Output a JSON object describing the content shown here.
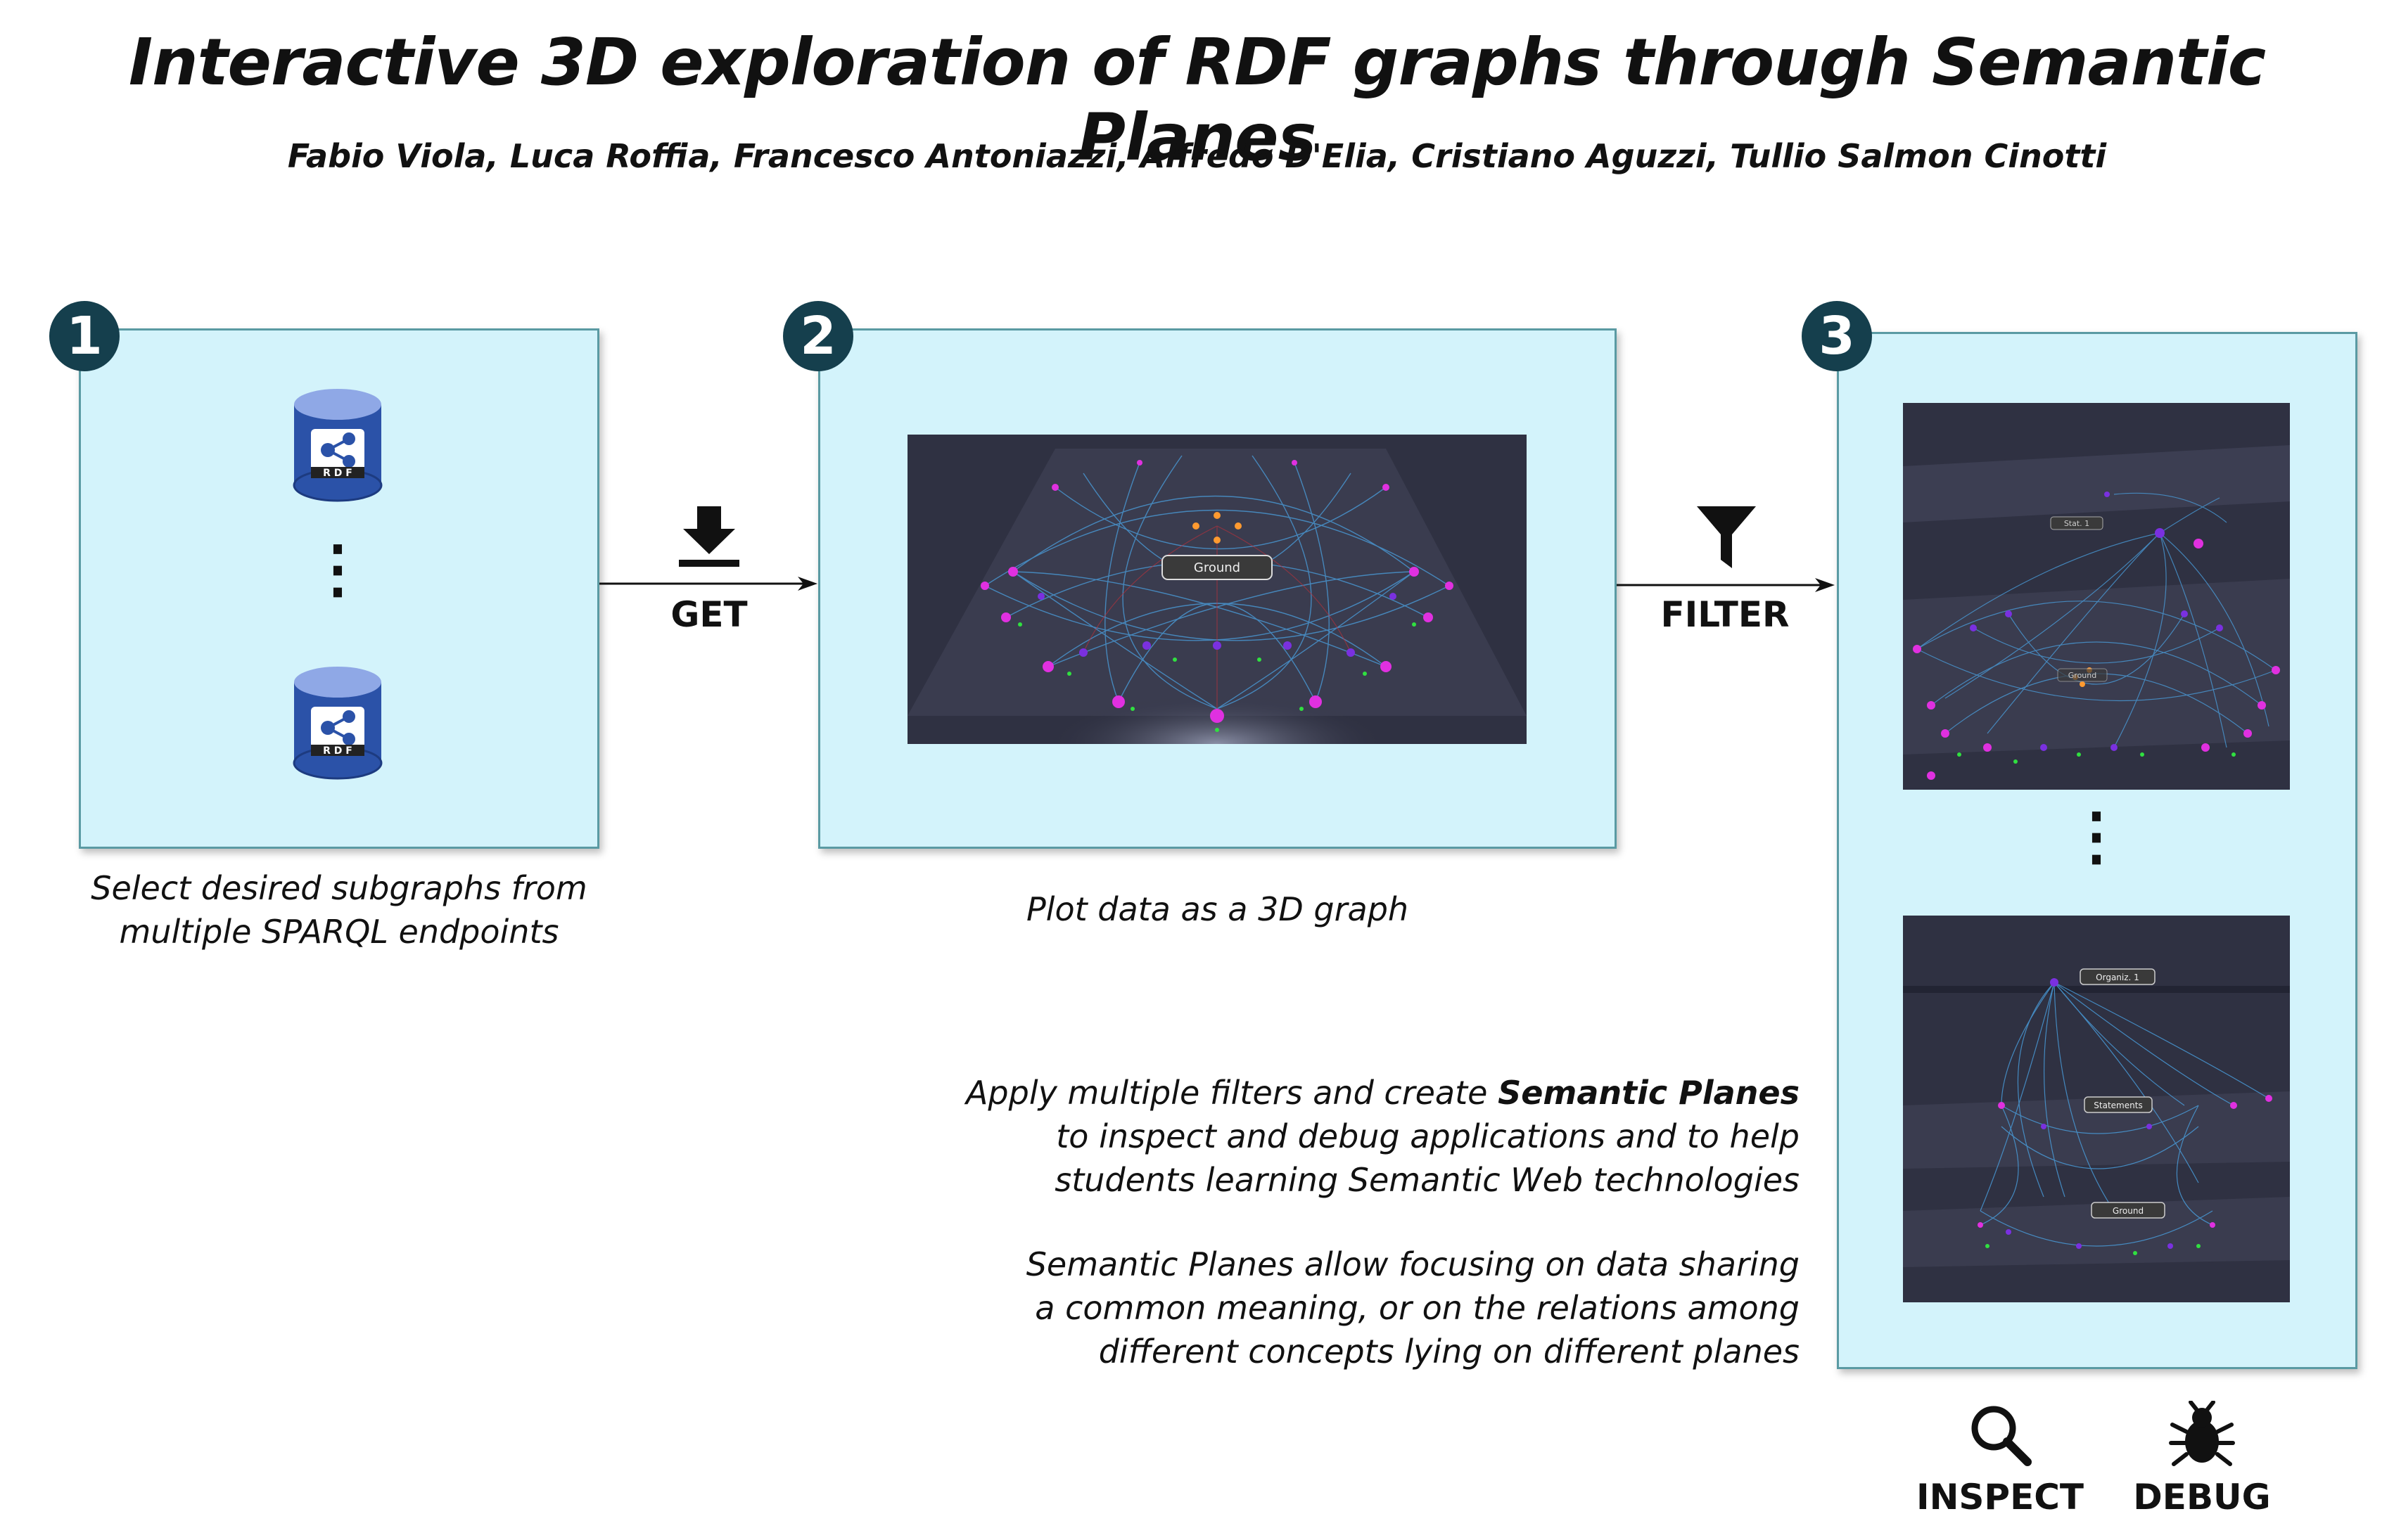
{
  "title": "Interactive 3D exploration of RDF graphs through Semantic Planes",
  "authors": "Fabio Viola, Luca Roffia, Francesco Antoniazzi, Alfredo D'Elia, Cristiano Aguzzi, Tullio Salmon Cinotti",
  "steps": [
    {
      "number": "1",
      "caption_line1": "Select desired subgraphs from",
      "caption_line2": "multiple SPARQL endpoints",
      "db_label": "R D F"
    },
    {
      "number": "2",
      "caption": "Plot data as a 3D graph",
      "plane_label": "Ground"
    },
    {
      "number": "3",
      "plane_labels": [
        "Stat. 1",
        "Ground",
        "Organiz. 1",
        "Statements",
        "Ground"
      ]
    }
  ],
  "ellipsis": "⋮",
  "arrows": {
    "get": "GET",
    "filter": "FILTER"
  },
  "description": {
    "p1_pre": "Apply multiple filters and create ",
    "p1_bold": "Semantic Planes",
    "p1_line2": "to inspect and debug applications and to help",
    "p1_line3": "students learning Semantic Web technologies",
    "p2_line1": "Semantic Planes allow focusing on data sharing",
    "p2_line2": "a common meaning, or on the relations among",
    "p2_line3": "different concepts lying on different planes"
  },
  "bottom_icons": [
    {
      "label": "INSPECT",
      "icon": "magnifier-icon"
    },
    {
      "label": "DEBUG",
      "icon": "bug-icon"
    }
  ],
  "colors": {
    "panel_bg": "#d3f3fb",
    "badge": "#153f4d",
    "db_blue": "#2b52a8",
    "screen_bg": "#2f3142"
  }
}
